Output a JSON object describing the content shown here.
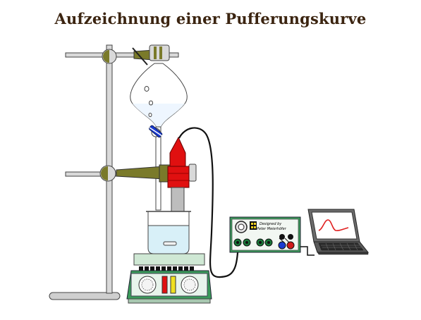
{
  "title": "Aufzeichnung einer Pufferungskurve",
  "device_label": {
    "line1": "Designed by",
    "line2": "Peter Meierhöfer"
  },
  "colors": {
    "title": "#3b2410",
    "clamp": "#7a7a2a",
    "device_green": "#3a9a5a",
    "electrode_red": "#e01010",
    "stopcock_blue": "#1a3ad0",
    "curve_red": "#e02020"
  }
}
